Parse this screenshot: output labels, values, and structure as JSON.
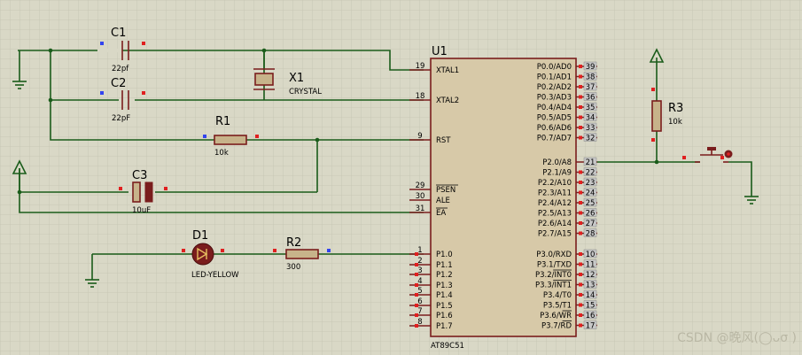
{
  "chip": {
    "ref": "U1",
    "part": "AT89C51",
    "left_pins": [
      {
        "num": "19",
        "name": "XTAL1"
      },
      {
        "num": "18",
        "name": "XTAL2"
      },
      {
        "num": "9",
        "name": "RST"
      },
      {
        "num": "29",
        "name": "PSEN"
      },
      {
        "num": "30",
        "name": "ALE"
      },
      {
        "num": "31",
        "name": "EA"
      },
      {
        "num": "1",
        "name": "P1.0"
      },
      {
        "num": "2",
        "name": "P1.1"
      },
      {
        "num": "3",
        "name": "P1.2"
      },
      {
        "num": "4",
        "name": "P1.3"
      },
      {
        "num": "5",
        "name": "P1.4"
      },
      {
        "num": "6",
        "name": "P1.5"
      },
      {
        "num": "7",
        "name": "P1.6"
      },
      {
        "num": "8",
        "name": "P1.7"
      }
    ],
    "right_pins": [
      {
        "num": "39",
        "name": "P0.0/AD0"
      },
      {
        "num": "38",
        "name": "P0.1/AD1"
      },
      {
        "num": "37",
        "name": "P0.2/AD2"
      },
      {
        "num": "36",
        "name": "P0.3/AD3"
      },
      {
        "num": "35",
        "name": "P0.4/AD4"
      },
      {
        "num": "34",
        "name": "P0.5/AD5"
      },
      {
        "num": "33",
        "name": "P0.6/AD6"
      },
      {
        "num": "32",
        "name": "P0.7/AD7"
      },
      {
        "num": "21",
        "name": "P2.0/A8"
      },
      {
        "num": "22",
        "name": "P2.1/A9"
      },
      {
        "num": "23",
        "name": "P2.2/A10"
      },
      {
        "num": "24",
        "name": "P2.3/A11"
      },
      {
        "num": "25",
        "name": "P2.4/A12"
      },
      {
        "num": "26",
        "name": "P2.5/A13"
      },
      {
        "num": "27",
        "name": "P2.6/A14"
      },
      {
        "num": "28",
        "name": "P2.7/A15"
      },
      {
        "num": "10",
        "name": "P3.0/RXD"
      },
      {
        "num": "11",
        "name": "P3.1/TXD"
      },
      {
        "num": "12",
        "name": "P3.2/INT0"
      },
      {
        "num": "13",
        "name": "P3.3/INT1"
      },
      {
        "num": "14",
        "name": "P3.4/T0"
      },
      {
        "num": "15",
        "name": "P3.5/T1"
      },
      {
        "num": "16",
        "name": "P3.6/WR"
      },
      {
        "num": "17",
        "name": "P3.7/RD"
      }
    ]
  },
  "components": {
    "c1": {
      "ref": "C1",
      "value": "22pf"
    },
    "c2": {
      "ref": "C2",
      "value": "22pF"
    },
    "x1": {
      "ref": "X1",
      "value": "CRYSTAL"
    },
    "r1": {
      "ref": "R1",
      "value": "10k"
    },
    "c3": {
      "ref": "C3",
      "value": "10uF"
    },
    "d1": {
      "ref": "D1",
      "value": "LED-YELLOW"
    },
    "r2": {
      "ref": "R2",
      "value": "300"
    },
    "r3": {
      "ref": "R3",
      "value": "10k"
    }
  },
  "watermark": "CSDN @晚风(◯ᴗσ )",
  "colors": {
    "wire": "#1a5c1a",
    "component": "#7a1d1d",
    "chip_fill": "#d7c9a8",
    "background": "#d9d8c6",
    "grid": "#c4c3b0"
  }
}
